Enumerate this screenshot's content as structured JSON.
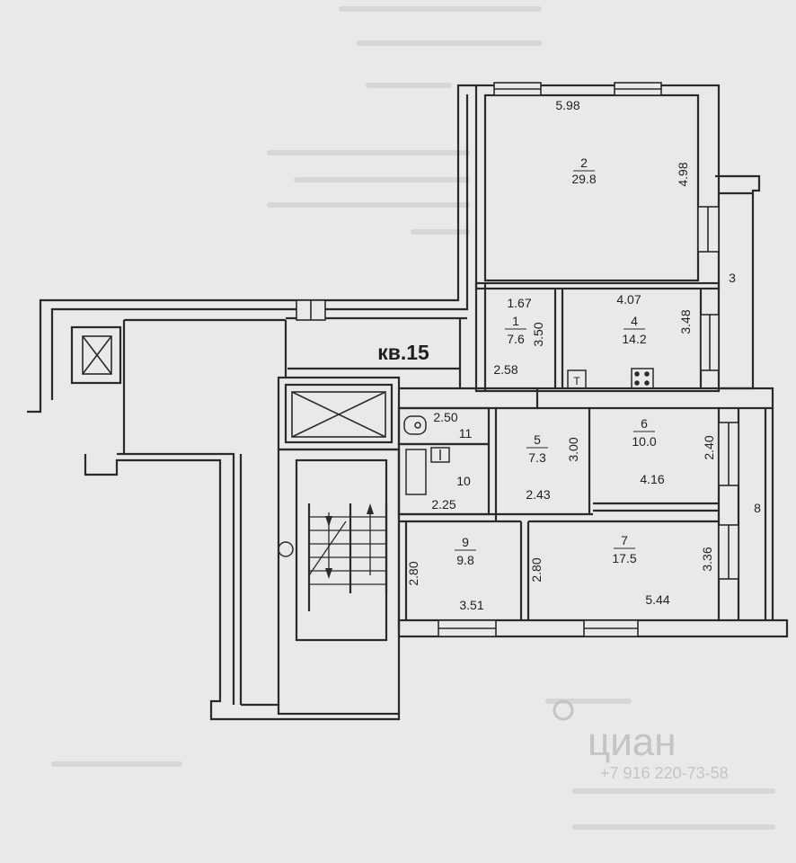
{
  "apartment_label": "кв.15",
  "rooms": [
    {
      "number": "1",
      "area": "7.6"
    },
    {
      "number": "2",
      "area": "29.8"
    },
    {
      "number": "3",
      "area": ""
    },
    {
      "number": "4",
      "area": "14.2"
    },
    {
      "number": "5",
      "area": "7.3"
    },
    {
      "number": "6",
      "area": "10.0"
    },
    {
      "number": "7",
      "area": "17.5"
    },
    {
      "number": "8",
      "area": ""
    },
    {
      "number": "9",
      "area": "9.8"
    },
    {
      "number": "10",
      "area": ""
    },
    {
      "number": "11",
      "area": ""
    }
  ],
  "dimensions": {
    "room2_width": "5.98",
    "room2_depth": "4.98",
    "room1_width": "1.67",
    "room1_depth": "3.50",
    "corridor_width": "2.58",
    "room4_width": "4.07",
    "room4_depth": "3.48",
    "room11_width": "2.50",
    "room5_depth": "3.00",
    "room5_width": "2.43",
    "room6_depth": "2.40",
    "room6_width": "4.16",
    "room10_width": "2.25",
    "room9_depth": "2.80",
    "room9_width": "3.51",
    "room7_depth_left": "2.80",
    "room7_depth_right": "3.36",
    "room7_width": "5.44"
  },
  "watermark": {
    "brand": "циан",
    "phone": "+7 916 220-73-58"
  },
  "colors": {
    "paper": "#e9e9ea",
    "wall": "#2a2a2d",
    "text": "#1f1f22",
    "watermark": "#c4c4c8"
  }
}
